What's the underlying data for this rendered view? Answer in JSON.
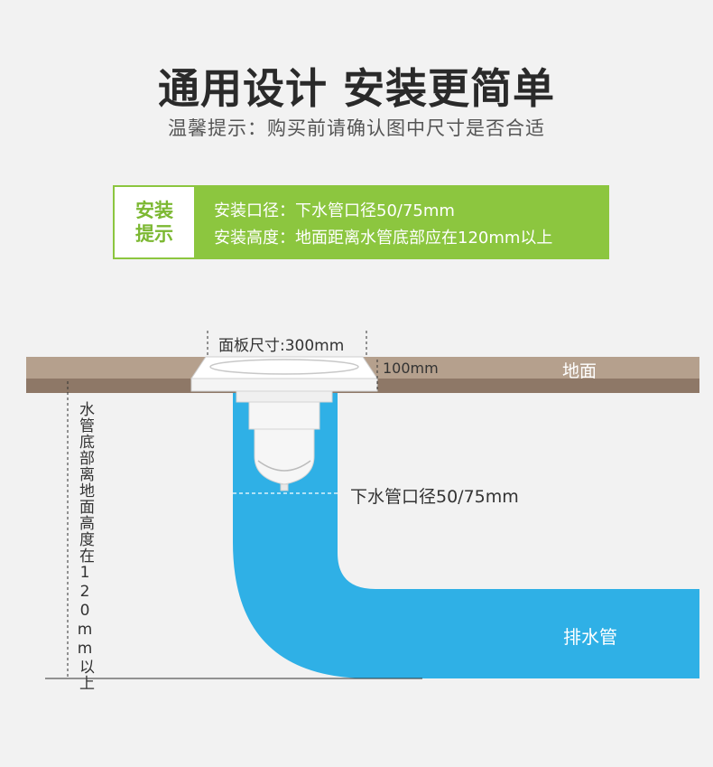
{
  "header": {
    "title": "通用设计 安装更简单",
    "subtitle": "温馨提示：购买前请确认图中尺寸是否合适"
  },
  "install_tips": {
    "label": "安装提示",
    "lines": [
      "安装口径：下水管口径50/75mm",
      "安装高度：地面距离水管底部应在120mm以上"
    ]
  },
  "diagram": {
    "panel_size_label": "面板尺寸:300mm",
    "depth_label": "100mm",
    "ground_label": "地面",
    "pipe_diameter_label": "下水管口径50/75mm",
    "drain_pipe_label": "排水管",
    "height_label": "水管底部离地面高度在120mm以上"
  },
  "colors": {
    "accent_green": "#8cc63f",
    "ground_brown": "#b5a08d",
    "pipe_blue": "#2fb0e6"
  }
}
